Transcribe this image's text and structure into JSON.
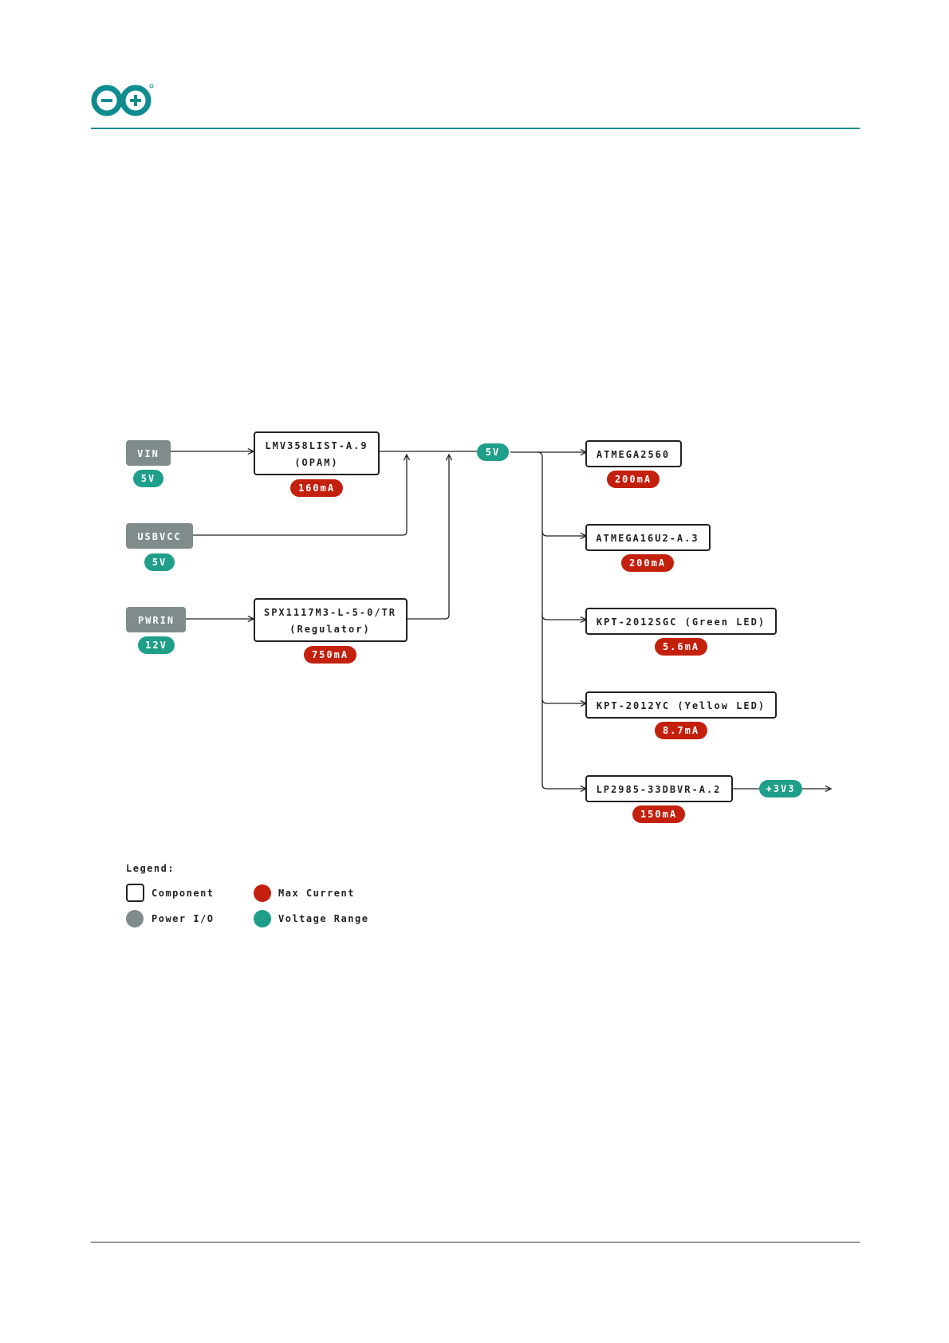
{
  "colors": {
    "brand": "#0f8c8f",
    "power_io": "#7f8c8b",
    "voltage": "#1f9e89",
    "current": "#c4200e",
    "line": "#222222"
  },
  "logo": {
    "icon": "arduino-infinity-logo"
  },
  "power_inputs": [
    {
      "id": "vin",
      "label": "VIN",
      "voltage": "5V"
    },
    {
      "id": "usbvcc",
      "label": "USBVCC",
      "voltage": "5V"
    },
    {
      "id": "pwrin",
      "label": "PWRIN",
      "voltage": "12V"
    }
  ],
  "regulators": [
    {
      "id": "opam",
      "line1": "LMV358LIST-A.9",
      "line2": "(OPAM)",
      "current": "160mA"
    },
    {
      "id": "regulator",
      "line1": "SPX1117M3-L-5-0/TR",
      "line2": "(Regulator)",
      "current": "750mA"
    }
  ],
  "bus_voltage": "5V",
  "loads": [
    {
      "id": "atmega2560",
      "label": "ATMEGA2560",
      "current": "200mA"
    },
    {
      "id": "atmega16u2",
      "label": "ATMEGA16U2-A.3",
      "current": "200mA"
    },
    {
      "id": "green-led",
      "label": "KPT-2012SGC (Green LED)",
      "current": "5.6mA"
    },
    {
      "id": "yellow-led",
      "label": "KPT-2012YC (Yellow LED)",
      "current": "8.7mA"
    },
    {
      "id": "lp2985",
      "label": "LP2985-33DBVR-A.2",
      "current": "150mA"
    }
  ],
  "output_voltage": "+3V3",
  "legend": {
    "title": "Legend:",
    "items": [
      {
        "label": "Component",
        "kind": "component"
      },
      {
        "label": "Max Current",
        "kind": "current"
      },
      {
        "label": "Power I/O",
        "kind": "power_io"
      },
      {
        "label": "Voltage Range",
        "kind": "voltage"
      }
    ]
  }
}
